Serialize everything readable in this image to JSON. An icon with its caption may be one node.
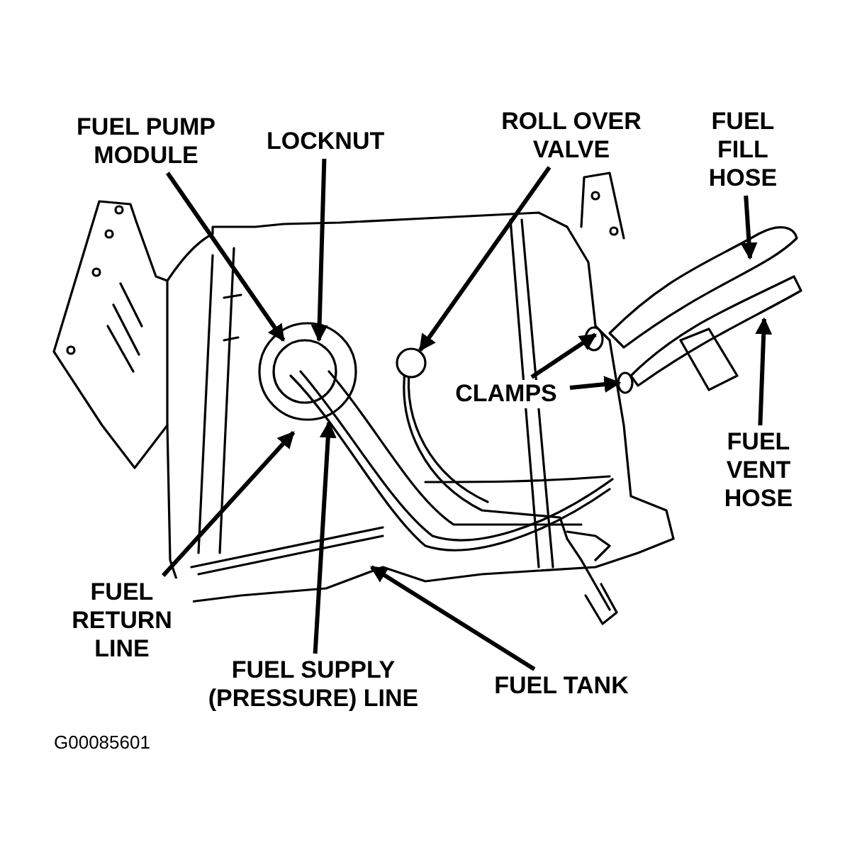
{
  "diagram": {
    "nodes": [
      {
        "text": [
          "FUEL PUMP MODULE"
        ]
      },
      {
        "text": [
          "LOCKNUT"
        ]
      },
      {
        "text": [
          "ROLL OVER VALVE"
        ]
      },
      {
        "text": [
          "FUEL FILL HOSE"
        ]
      },
      {
        "text": [
          "CLAMPS"
        ]
      },
      {
        "text": [
          "FUEL VENT HOSE"
        ]
      },
      {
        "text": [
          "FUEL RETURN LINE"
        ]
      },
      {
        "text": [
          "FUEL SUPPLY (PRESSURE) LINE"
        ]
      },
      {
        "text": [
          "FUEL TANK"
        ]
      },
      {
        "text": [],
        "shape": "circle"
      }
    ],
    "edges": [
      {
        "from": 0,
        "to": null,
        "arrow": "to"
      },
      {
        "from": 1,
        "to": null,
        "arrow": "to"
      },
      {
        "from": 2,
        "to": 9,
        "arrow": "to"
      },
      {
        "from": 3,
        "to": null,
        "arrow": "to"
      },
      {
        "from": 4,
        "to": null,
        "arrow": "to"
      },
      {
        "from": 4,
        "to": null,
        "arrow": "to"
      },
      {
        "from": 5,
        "to": null,
        "arrow": "to"
      },
      {
        "from": 6,
        "to": null,
        "arrow": "to"
      },
      {
        "from": 7,
        "to": null,
        "arrow": "to"
      },
      {
        "from": 8,
        "to": null,
        "arrow": "to"
      }
    ],
    "labels": [
      "G00085601"
    ]
  }
}
